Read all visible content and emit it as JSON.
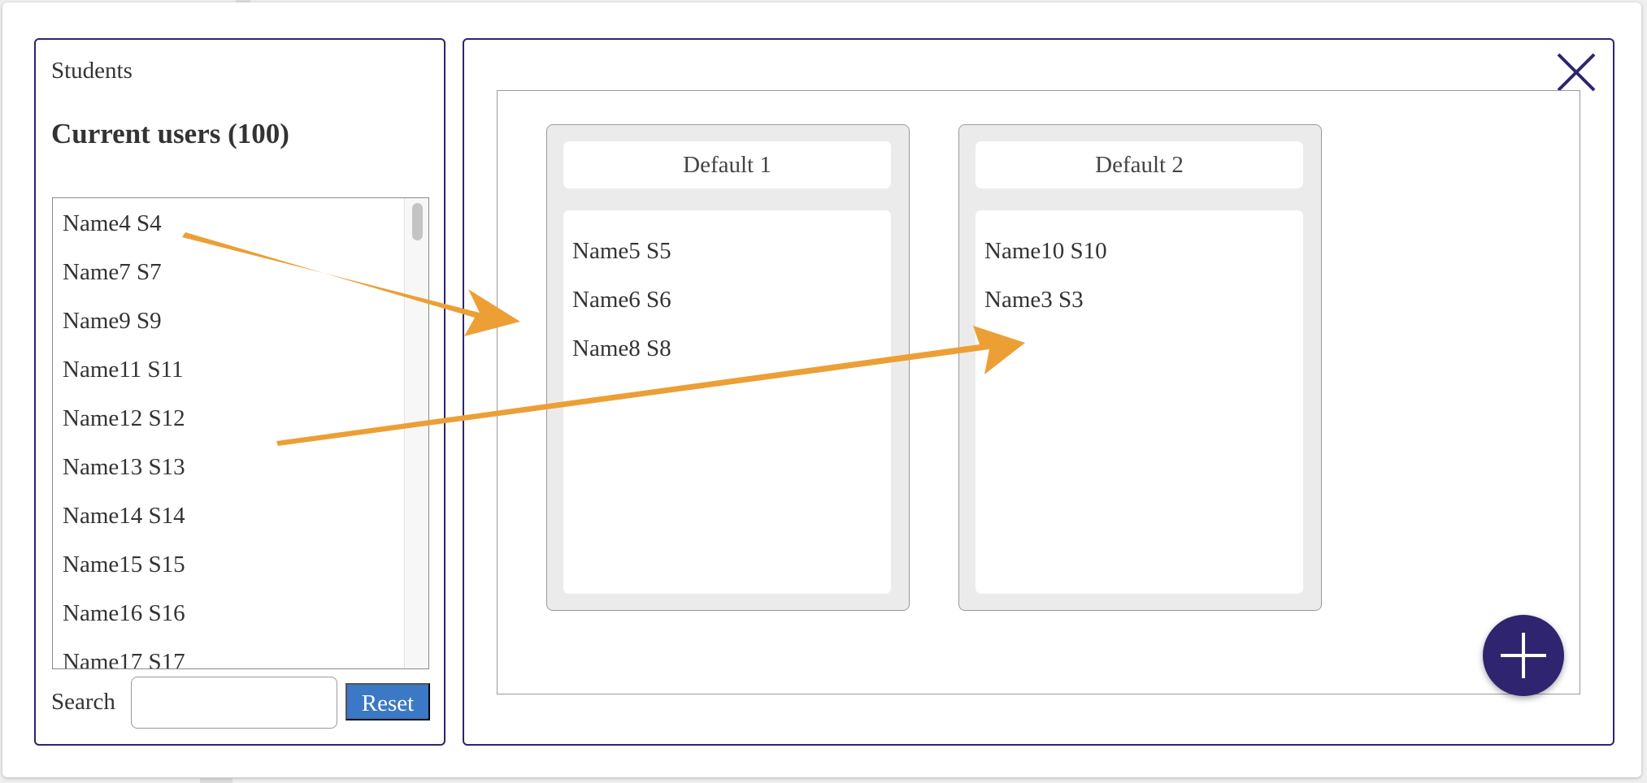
{
  "left_panel": {
    "caption": "Students",
    "heading": "Current users (100)",
    "users": [
      "Name4 S4",
      "Name7 S7",
      "Name9 S9",
      "Name11 S11",
      "Name12 S12",
      "Name13 S13",
      "Name14 S14",
      "Name15 S15",
      "Name16 S16",
      "Name17 S17"
    ],
    "search": {
      "label": "Search",
      "value": "",
      "placeholder": ""
    },
    "reset_label": "Reset"
  },
  "groups": [
    {
      "title": "Default 1",
      "members": [
        "Name5 S5",
        "Name6 S6",
        "Name8 S8"
      ]
    },
    {
      "title": "Default 2",
      "members": [
        "Name10 S10",
        "Name3 S3"
      ]
    }
  ],
  "icons": {
    "close": "close-icon",
    "add": "plus-icon"
  },
  "colors": {
    "panel_border": "#2e2470",
    "accent_button": "#3b78c5",
    "fab": "#2e2470",
    "annotation_arrow": "#ec9f35"
  }
}
